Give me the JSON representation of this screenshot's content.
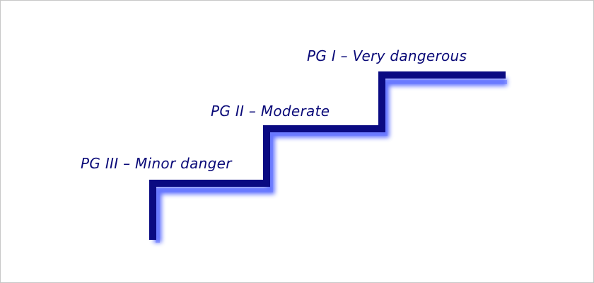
{
  "levels": [
    {
      "label": "PG III – Minor danger"
    },
    {
      "label": "PG II – Moderate"
    },
    {
      "label": "PG I – Very dangerous"
    }
  ],
  "colors": {
    "stair": "#0a0a82",
    "glow": "#4a5cff",
    "text": "#0a0a78",
    "border": "#c8c8c8"
  }
}
